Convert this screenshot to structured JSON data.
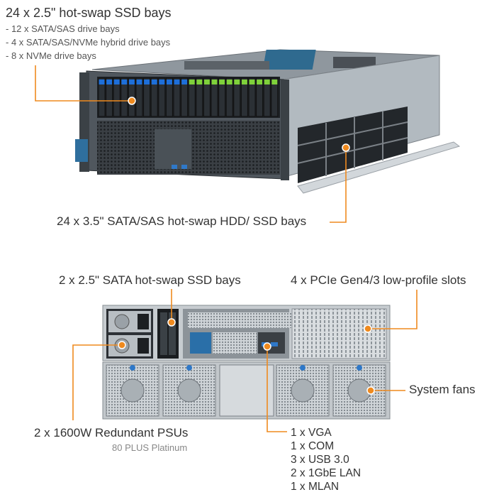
{
  "front": {
    "ssd_title": "24 x 2.5\" hot-swap SSD bays",
    "ssd_details": [
      "- 12 x SATA/SAS drive bays",
      "- 4 x SATA/SAS/NVMe hybrid drive bays",
      "- 8 x NVMe drive bays"
    ],
    "hdd_label": "24 x 3.5\" SATA/SAS hot-swap HDD/ SSD bays"
  },
  "rear": {
    "ssd_label": "2 x 2.5\" SATA hot-swap SSD bays",
    "pcie_label": "4 x PCIe Gen4/3 low-profile slots",
    "fans_label": "System fans",
    "psu_label": "2 x 1600W Redundant PSUs",
    "psu_sub": "80 PLUS Platinum",
    "ports": [
      "1 x VGA",
      "1 x COM",
      "3 x USB 3.0",
      "2 x 1GbE LAN",
      "1 x MLAN"
    ]
  },
  "colors": {
    "callout": "#ef8a1f",
    "nvme_latch": "#7fd13b",
    "sas_latch": "#1e6fd9",
    "chassis": "#9aa3ab"
  }
}
